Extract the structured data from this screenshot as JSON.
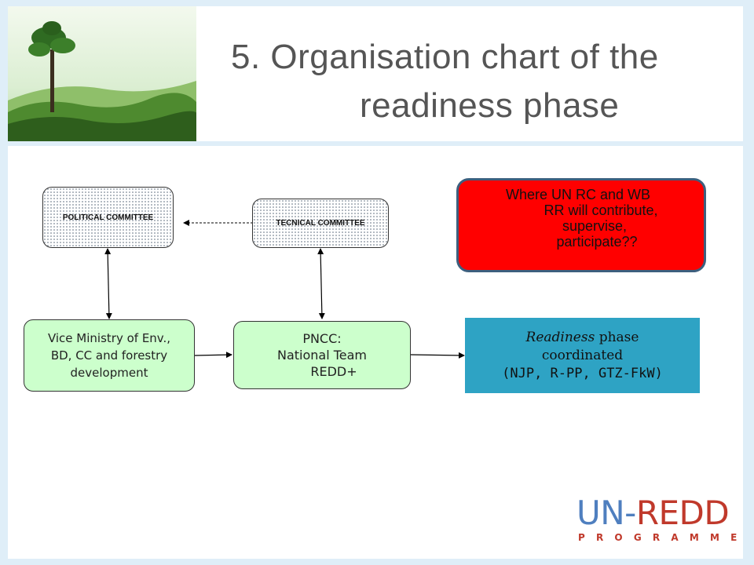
{
  "slide": {
    "title_line1": "5. Organisation chart of the",
    "title_line2": "readiness phase"
  },
  "diagram": {
    "political_committee": "POLITICAL COMMITTEE",
    "technical_committee": "TECNICAL COMMITTEE",
    "vice_ministry_line1": "Vice Ministry of Env.,",
    "vice_ministry_line2": "BD, CC and forestry",
    "vice_ministry_line3": "development",
    "pncc_line1": "PNCC:",
    "pncc_line2": "National Team",
    "pncc_line3": "REDD+",
    "un_note_line1": "Where UN RC and WB",
    "un_note_line2": "RR will contribute,",
    "un_note_line3": "supervise,",
    "un_note_line4": "participate??",
    "readiness_word": "Readiness",
    "readiness_rest": " phase",
    "readiness_line2": "coordinated",
    "readiness_line3": "(NJP, R-PP, GTZ-FkW)"
  },
  "logo": {
    "part1": "UN-",
    "part2": "REDD",
    "sub": "PROGRAMME"
  },
  "colors": {
    "red_box": "#ff0000",
    "teal_box": "#2ea3c4",
    "green_box": "#ccffcc",
    "logo_blue": "#4f7fbf",
    "logo_red": "#c0392b"
  }
}
